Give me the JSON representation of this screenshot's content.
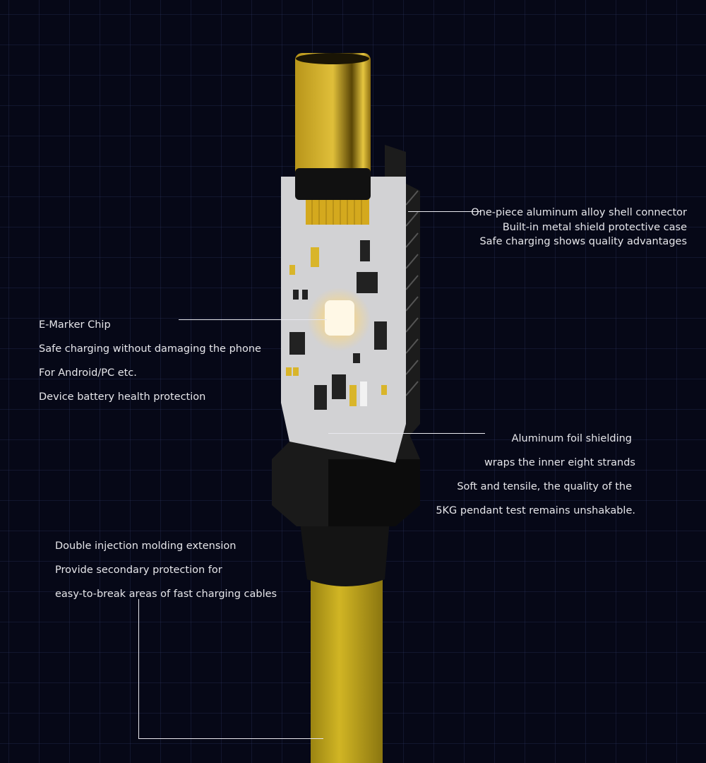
{
  "callouts": {
    "connector": [
      "One-piece aluminum alloy shell connector",
      "Built-in metal shield protective case",
      "Safe charging shows quality advantages"
    ],
    "chip": [
      "E-Marker Chip",
      "Safe charging without damaging the phone",
      "For Android/PC etc.",
      "Device battery health protection"
    ],
    "foil": [
      "Aluminum foil shielding",
      "wraps the inner eight strands",
      "Soft and tensile, the quality of the",
      "5KG pendant test remains unshakable."
    ],
    "molding": [
      "Double injection molding extension",
      "Provide secondary protection for",
      "easy-to-break areas of fast charging cables"
    ]
  },
  "colors": {
    "background": "#060817",
    "cable": "#c9ad1e",
    "gold": "#d9b52a",
    "pcb": "#d4d4d6"
  }
}
